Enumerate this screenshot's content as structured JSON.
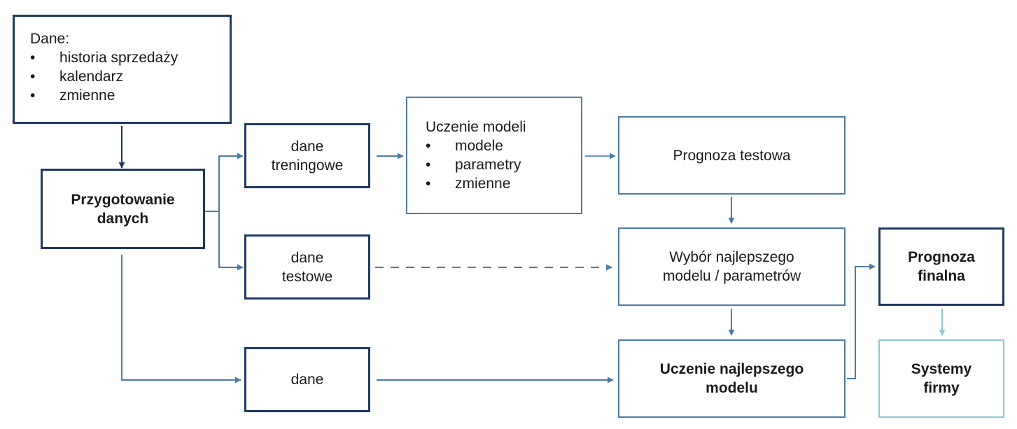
{
  "colors": {
    "navy": "#1f3864",
    "mid_blue": "#4e7ca3",
    "teal": "#8cc9d2"
  },
  "nodes": {
    "inputs": {
      "heading": "Dane:",
      "items": [
        "historia sprzedaży",
        "kalendarz",
        "zmienne"
      ]
    },
    "prep": {
      "line1": "Przygotowanie",
      "line2": "danych"
    },
    "train_data": {
      "line1": "dane",
      "line2": "treningowe"
    },
    "test_data": {
      "line1": "dane",
      "line2": "testowe"
    },
    "all_data": {
      "label": "dane"
    },
    "model_training": {
      "heading": "Uczenie modeli",
      "items": [
        "modele",
        "parametry",
        "zmienne"
      ]
    },
    "test_forecast": {
      "label": "Prognoza testowa"
    },
    "best_selection": {
      "line1": "Wybór najlepszego",
      "line2": "modelu / parametrów"
    },
    "best_training": {
      "line1": "Uczenie najlepszego",
      "line2": "modelu"
    },
    "final_forecast": {
      "line1": "Prognoza",
      "line2": "finalna"
    },
    "company_systems": {
      "line1": "Systemy",
      "line2": "firmy"
    }
  }
}
